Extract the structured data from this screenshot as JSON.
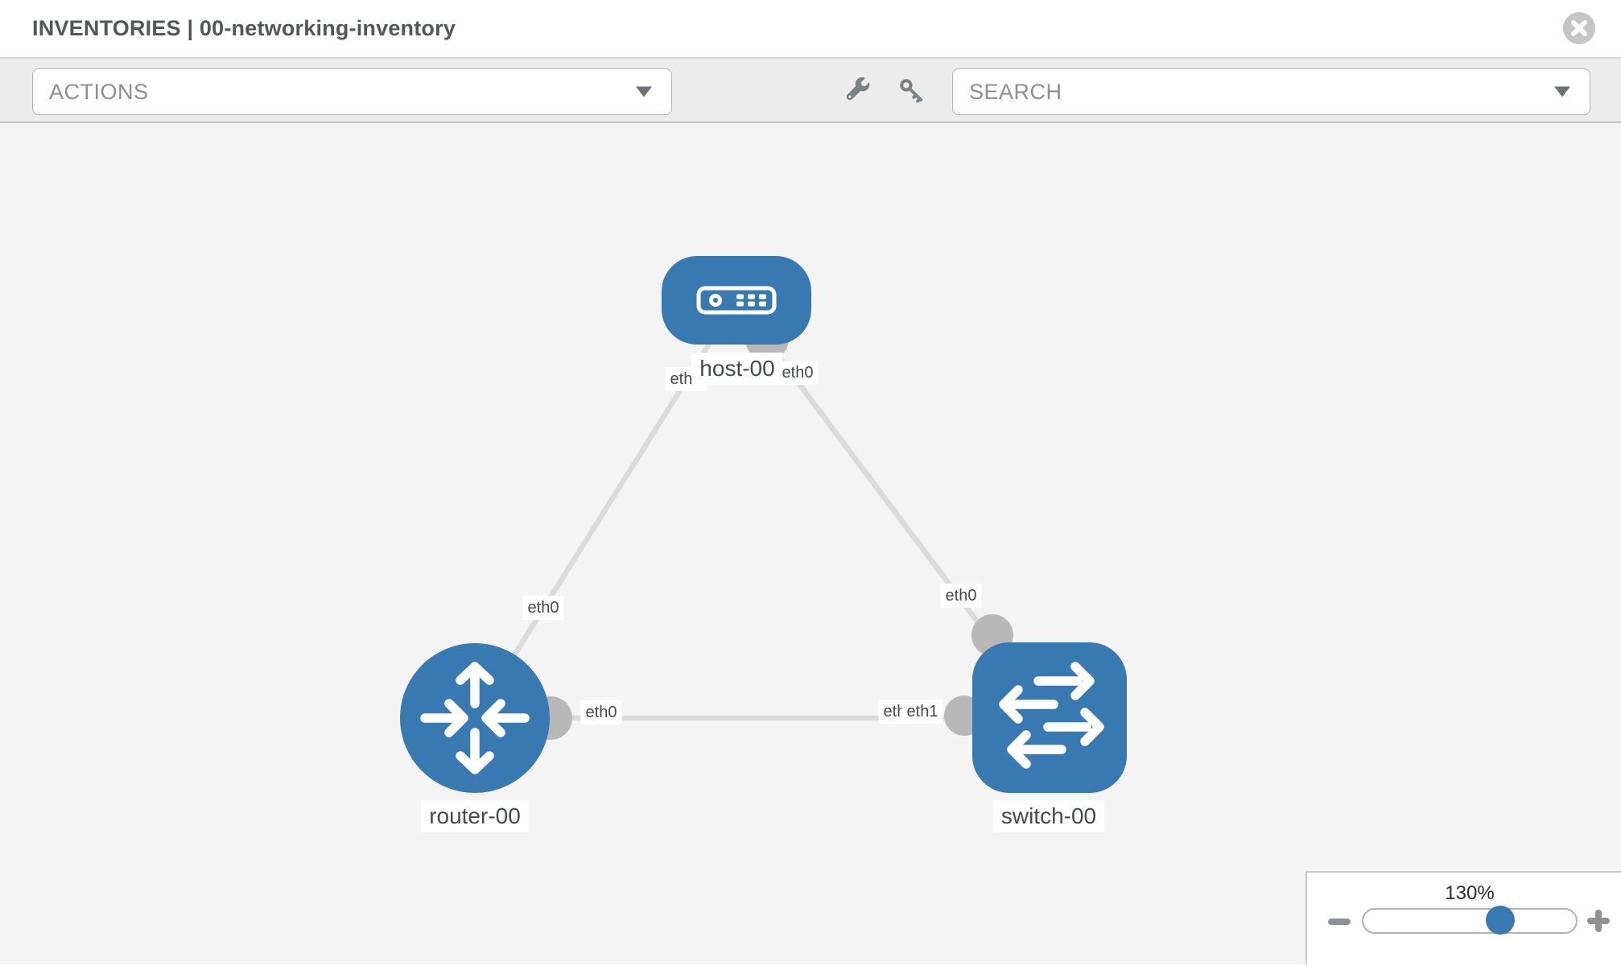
{
  "header": {
    "title": "INVENTORIES | 00-networking-inventory"
  },
  "toolbar": {
    "actions_label": "ACTIONS",
    "search_label": "SEARCH",
    "icons": [
      "wrench-icon",
      "key-icon",
      "caret-down-icon"
    ]
  },
  "topology": {
    "nodes": [
      {
        "label": "host-00",
        "type": "host"
      },
      {
        "label": "router-00",
        "type": "router"
      },
      {
        "label": "switch-00",
        "type": "switch"
      }
    ],
    "links": [
      {
        "from": "host-00",
        "to": "router-00",
        "from_port": "eth0",
        "to_port": "eth0"
      },
      {
        "from": "host-00",
        "to": "switch-00",
        "from_port": "eth0",
        "to_port": "eth0"
      },
      {
        "from": "router-00",
        "to": "switch-00",
        "from_port": "eth0",
        "to_port": "eth1"
      }
    ],
    "port_labels": [
      {
        "text": "eth0"
      },
      {
        "text": "eth0"
      },
      {
        "text": "eth0"
      },
      {
        "text": "eth0"
      },
      {
        "text": "eth0"
      },
      {
        "text": "eth0"
      },
      {
        "text": "eth1"
      }
    ]
  },
  "zoom": {
    "level": "130%"
  },
  "colors": {
    "node_blue": "#3879b2",
    "link_gray": "#dbdbdb",
    "port_gray": "#b8b8b8",
    "canvas_bg": "#f4f4f4"
  }
}
